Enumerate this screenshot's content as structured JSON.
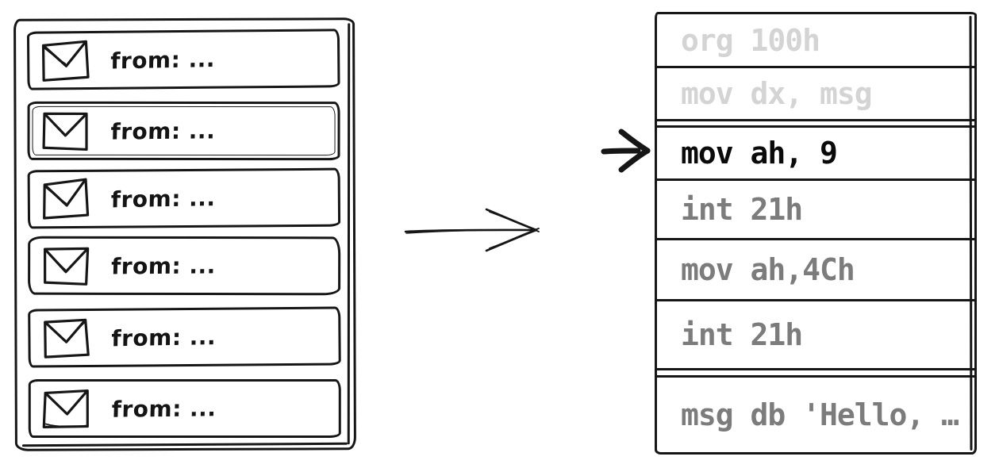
{
  "inbox": {
    "rows": [
      {
        "icon": "envelope-icon",
        "label": "from: ..."
      },
      {
        "icon": "envelope-icon",
        "label": "from: ..."
      },
      {
        "icon": "envelope-icon",
        "label": "from: ..."
      },
      {
        "icon": "envelope-icon",
        "label": "from: ..."
      },
      {
        "icon": "envelope-icon",
        "label": "from: ..."
      },
      {
        "icon": "envelope-icon",
        "label": "from: ..."
      }
    ]
  },
  "arrows": {
    "transform_arrow_icon": "right-arrow",
    "instruction_pointer_icon": "right-arrow-bold"
  },
  "code": {
    "lines": [
      {
        "text": "org 100h",
        "state": "dim"
      },
      {
        "text": "mov dx, msg",
        "state": "dim"
      },
      {
        "text": "mov ah, 9",
        "state": "current"
      },
      {
        "text": "int 21h",
        "state": "normal"
      },
      {
        "text": "mov ah,4Ch",
        "state": "normal"
      },
      {
        "text": "int 21h",
        "state": "normal"
      },
      {
        "text": "msg db 'Hello, …",
        "state": "normal"
      }
    ]
  },
  "colors": {
    "ink": "#161616",
    "dim_text": "#d4d4d4",
    "muted_text": "#7c7c7c",
    "current_text": "#0a0a0a",
    "background": "#ffffff"
  }
}
